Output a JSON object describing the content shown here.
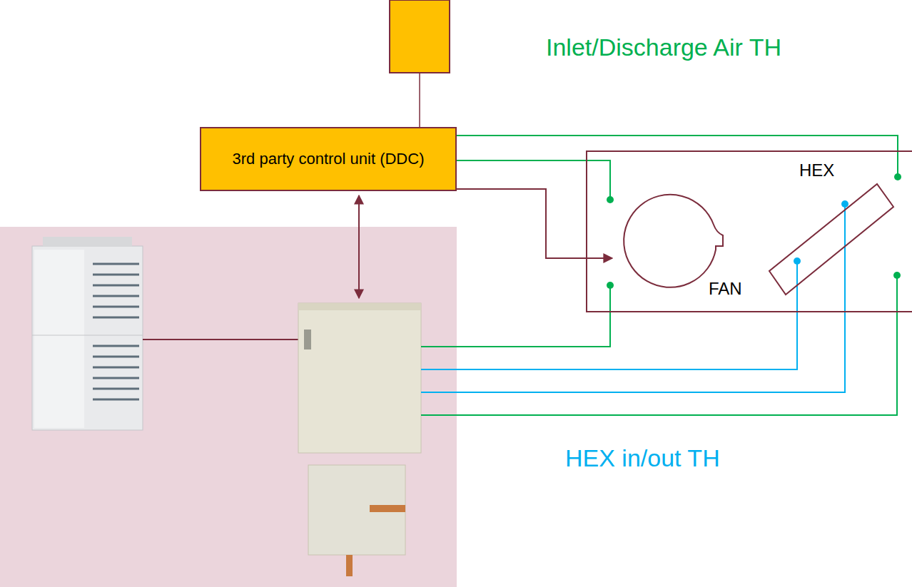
{
  "diagram": {
    "nodes": [
      {
        "text": [
          "3rd party control unit (DDC)"
        ]
      }
    ],
    "labels": [
      "Inlet/Discharge Air TH",
      "HEX",
      "FAN",
      "HEX in/out TH"
    ]
  }
}
